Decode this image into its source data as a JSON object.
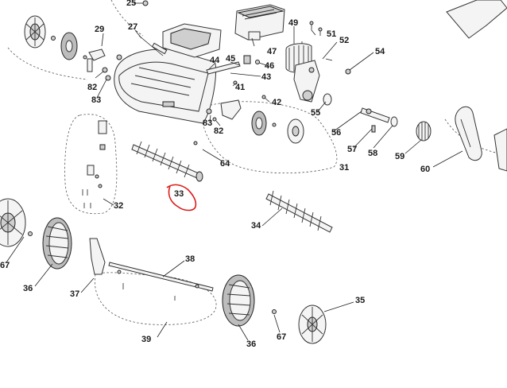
{
  "labels": {
    "l25": "25",
    "l29": "29",
    "l27": "27",
    "l49": "49",
    "l51": "51",
    "l52": "52",
    "l47": "47",
    "l54": "54",
    "l44": "44",
    "l45": "45",
    "l46": "46",
    "l43": "43",
    "l82a": "82",
    "l41": "41",
    "l83a": "83",
    "l42": "42",
    "l55": "55",
    "l83b": "83",
    "l82b": "82",
    "l56": "56",
    "l57": "57",
    "l58": "58",
    "l59": "59",
    "l64": "64",
    "l31": "31",
    "l60": "60",
    "l33": "33",
    "l32": "32",
    "l34": "34",
    "l38": "38",
    "l67a": "67",
    "l36a": "36",
    "l37": "37",
    "l35": "35",
    "l67b": "67",
    "l39": "39",
    "l36b": "36"
  },
  "colors": {
    "line": "#222222",
    "annotation": "#dd1c1c",
    "background": "#ffffff"
  }
}
